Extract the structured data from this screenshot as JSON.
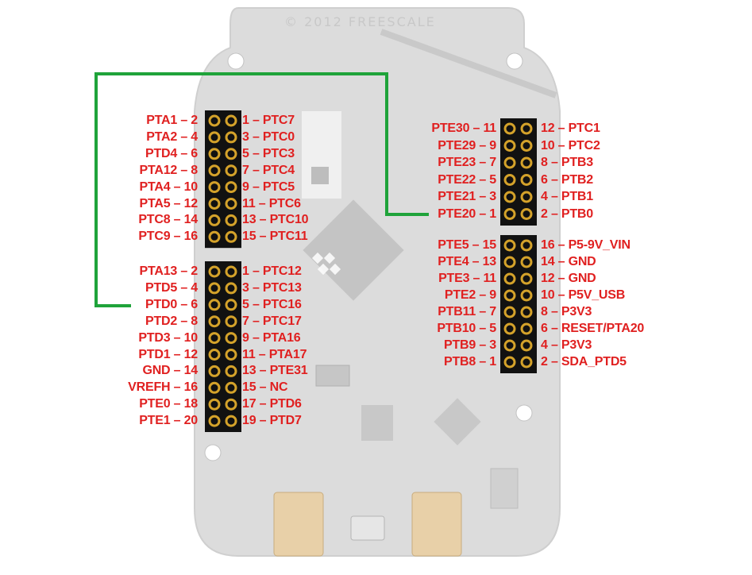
{
  "board": {
    "copyright": "© 2012 FREESCALE"
  },
  "header_j1": {
    "left": [
      "PTA1 – 2",
      "PTA2 – 4",
      "PTD4 – 6",
      "PTA12 – 8",
      "PTA4 – 10",
      "PTA5 – 12",
      "PTC8 – 14",
      "PTC9 – 16"
    ],
    "right": [
      "1 – PTC7",
      "3 – PTC0",
      "5 – PTC3",
      "7 – PTC4",
      "9 – PTC5",
      "11 – PTC6",
      "13 – PTC10",
      "15 – PTC11"
    ]
  },
  "header_j2": {
    "left": [
      "PTA13 – 2",
      "PTD5 – 4",
      "PTD0 – 6",
      "PTD2 – 8",
      "PTD3 – 10",
      "PTD1 – 12",
      "GND – 14",
      "VREFH – 16",
      "PTE0 – 18",
      "PTE1 – 20"
    ],
    "right": [
      "1 – PTC12",
      "3 – PTC13",
      "5 – PTC16",
      "7 – PTC17",
      "9 – PTA16",
      "11 – PTA17",
      "13 – PTE31",
      "15 – NC",
      "17 – PTD6",
      "19 – PTD7"
    ]
  },
  "header_j10": {
    "left": [
      "PTE30 – 11",
      "PTE29 – 9",
      "PTE23 – 7",
      "PTE22 – 5",
      "PTE21 – 3",
      "PTE20 – 1"
    ],
    "right": [
      "12 – PTC1",
      "10 – PTC2",
      "8 – PTB3",
      "6 – PTB2",
      "4 – PTB1",
      "2 – PTB0"
    ]
  },
  "header_j9": {
    "left": [
      "PTE5 – 15",
      "PTE4 – 13",
      "PTE3 – 11",
      "PTE2 – 9",
      "PTB11 – 7",
      "PTB10 – 5",
      "PTB9 – 3",
      "PTB8 – 1"
    ],
    "right": [
      "16 – P5-9V_VIN",
      "14 – GND",
      "12 – GND",
      "10 – P5V_USB",
      "8 – P3V3",
      "6 – RESET/PTA20",
      "4 – P3V3",
      "2 – SDA_PTD5"
    ]
  },
  "colors": {
    "label": "#e02020",
    "wire": "#1fa33a",
    "board": "#dcdcdc",
    "header": "#111111",
    "pin": "#d4a22a"
  },
  "wire": {
    "from": "PTD0 – 6",
    "to": "PTE20 – 1"
  }
}
